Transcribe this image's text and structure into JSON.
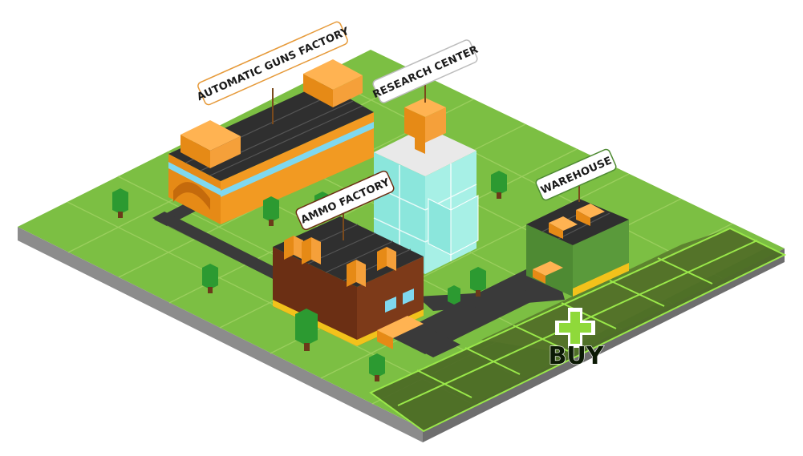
{
  "labels": {
    "automatic_guns_factory": "AUTOMATIC GUNS FACTORY",
    "research_center": "RESEARCH CENTER",
    "ammo_factory": "AMMO FACTORY",
    "warehouse": "WAREHOUSE"
  },
  "buy": {
    "label": "BUY"
  },
  "colors": {
    "grass": "#7cbf43",
    "grass_line": "#a9d96f",
    "locked_plot": "#4d6b26",
    "locked_border": "#9ae84a",
    "road": "#3a3a3a",
    "orange_building": "#e68a16",
    "brown_building": "#6b2f14",
    "green_building": "#4e8a33",
    "glass": "#8be6dc",
    "tree": "#2c9a31"
  }
}
